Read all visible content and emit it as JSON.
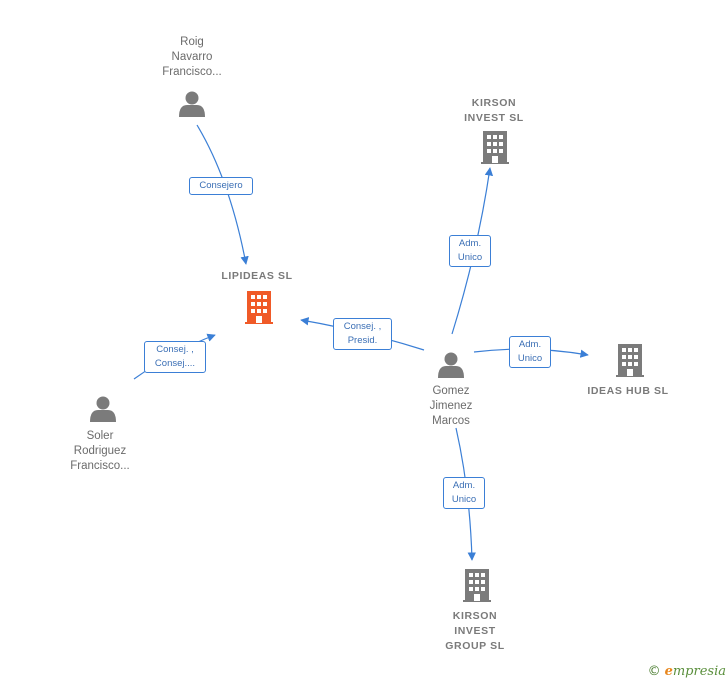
{
  "nodes": [
    {
      "id": "roig",
      "kind": "person",
      "label": "Roig\nNavarro\nFrancisco..."
    },
    {
      "id": "kirson_invest",
      "kind": "company",
      "label": "KIRSON\nINVEST  SL"
    },
    {
      "id": "lipideas",
      "kind": "focus",
      "label": "LIPIDEAS  SL"
    },
    {
      "id": "gomez",
      "kind": "person",
      "label": "Gomez\nJimenez\nMarcos"
    },
    {
      "id": "ideas_hub",
      "kind": "company",
      "label": "IDEAS HUB SL"
    },
    {
      "id": "soler",
      "kind": "person",
      "label": "Soler\nRodriguez\nFrancisco..."
    },
    {
      "id": "kirson_group",
      "kind": "company",
      "label": "KIRSON\nINVEST\nGROUP  SL"
    }
  ],
  "edges": [
    {
      "id": "e_roig_lip",
      "label": "Consejero"
    },
    {
      "id": "e_gomez_lip",
      "label": "Consej. ,\nPresid."
    },
    {
      "id": "e_soler_lip",
      "label": "Consej. ,\nConsej...."
    },
    {
      "id": "e_gomez_kirson",
      "label": "Adm.\nUnico"
    },
    {
      "id": "e_gomez_ideas",
      "label": "Adm.\nUnico"
    },
    {
      "id": "e_gomez_group",
      "label": "Adm.\nUnico"
    }
  ],
  "colors": {
    "edge": "#3b7fd6",
    "icon_gray": "#7b7b7b",
    "focus_company": "#f05a28"
  },
  "icons": {
    "person": "person-icon",
    "company": "building-icon"
  },
  "footer": {
    "copyright": "©",
    "brand_initial": "e",
    "brand_rest": "mpresia"
  }
}
